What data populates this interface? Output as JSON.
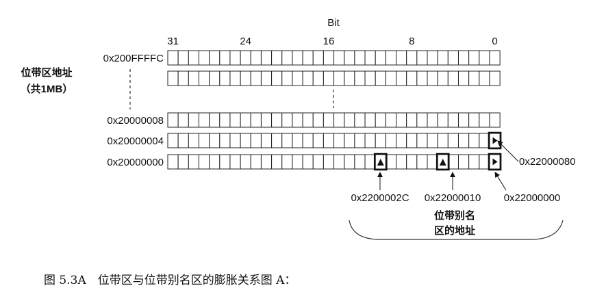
{
  "title": "Bit",
  "bit_labels": [
    {
      "text": "31",
      "bit": 31
    },
    {
      "text": "24",
      "bit": 24
    },
    {
      "text": "16",
      "bit": 16
    },
    {
      "text": "8",
      "bit": 8
    },
    {
      "text": "0",
      "bit": 0
    }
  ],
  "region": {
    "label_line1": "位带区地址",
    "label_line2": "（共1MB）"
  },
  "rows": [
    {
      "address": "0x200FFFFC",
      "highlight_bits": []
    },
    {
      "address": "",
      "highlight_bits": []
    },
    {
      "address": "0x20000008",
      "highlight_bits": []
    },
    {
      "address": "0x20000004",
      "highlight_bits": [
        0
      ]
    },
    {
      "address": "0x20000000",
      "highlight_bits": [
        0,
        5,
        11
      ]
    }
  ],
  "alias_labels": {
    "right": "0x22000080",
    "bottom": [
      "0x2200002C",
      "0x22000010",
      "0x22000000"
    ]
  },
  "alias_region": {
    "label_line1": "位带别名",
    "label_line2": "区的地址"
  },
  "caption": "图 5.3A　位带区与位带别名区的膨胀关系图 A："
}
